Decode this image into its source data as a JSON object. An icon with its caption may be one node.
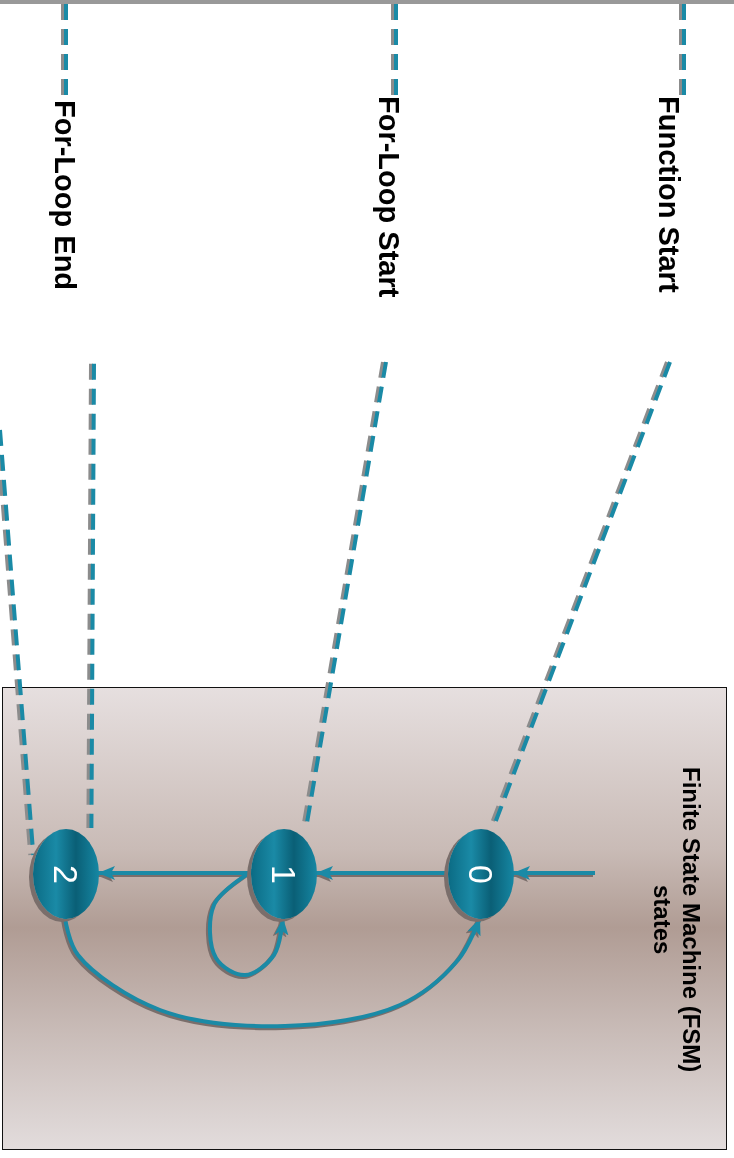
{
  "diagram": {
    "nodes": [
      {
        "text": [
          "Finite State Machine (FSM) states"
        ]
      },
      {
        "text": [
          "0"
        ],
        "in": 0
      },
      {
        "text": [
          "1"
        ],
        "in": 0
      },
      {
        "text": [
          "2"
        ],
        "in": 0
      },
      {
        "text": [
          "Function Start"
        ]
      },
      {
        "text": [
          "For-Loop Start"
        ]
      },
      {
        "text": [
          "For-Loop End"
        ]
      }
    ],
    "edges": [
      {
        "from": null,
        "to": 1,
        "arrow": "to"
      },
      {
        "from": 1,
        "to": 2,
        "arrow": "to"
      },
      {
        "from": 2,
        "to": 3,
        "arrow": "to"
      },
      {
        "from": 2,
        "to": 2,
        "arrow": "to"
      },
      {
        "from": 3,
        "to": 1,
        "arrow": "to"
      },
      {
        "from": 4,
        "to": 1,
        "arrow": "none",
        "style": "dashed"
      },
      {
        "from": 5,
        "to": 2,
        "arrow": "none",
        "style": "dashed"
      },
      {
        "from": 6,
        "to": 3,
        "arrow": "none",
        "style": "dashed"
      },
      {
        "from": null,
        "to": 3,
        "arrow": "none",
        "style": "dashed"
      },
      {
        "from": null,
        "to": 6,
        "arrow": "none",
        "style": "dashed"
      },
      {
        "from": null,
        "to": 5,
        "arrow": "none",
        "style": "dashed"
      },
      {
        "from": null,
        "to": 4,
        "arrow": "none",
        "style": "dashed"
      }
    ]
  }
}
